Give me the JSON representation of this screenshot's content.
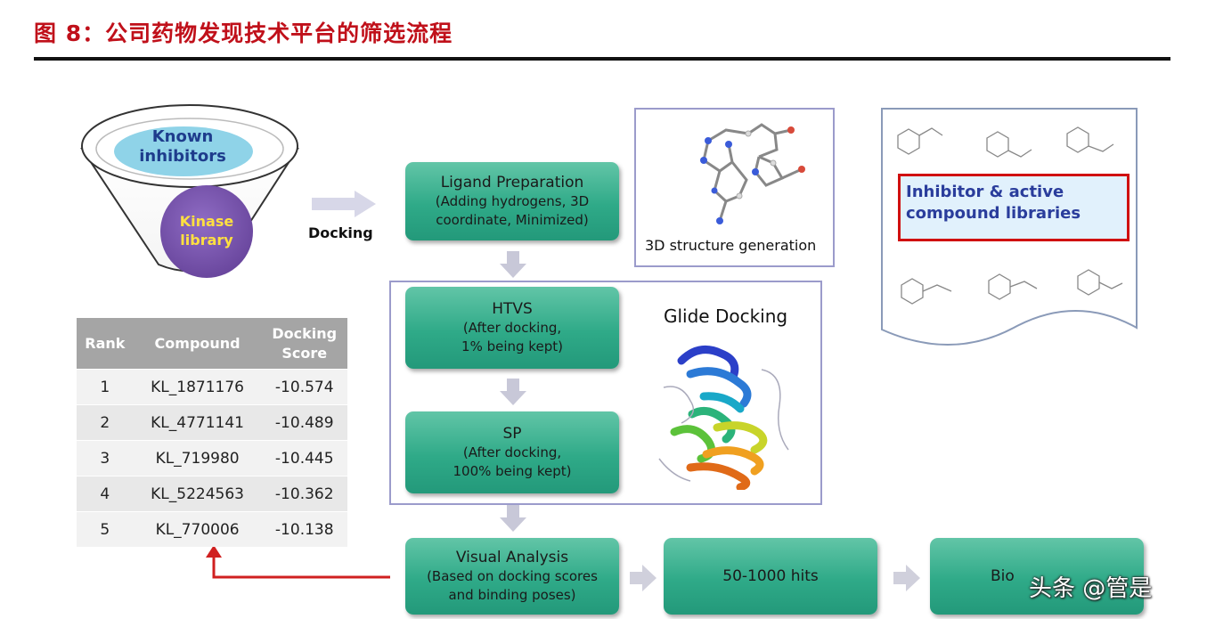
{
  "figure": {
    "title": "图 8：公司药物发现技术平台的筛选流程"
  },
  "funnel": {
    "top_label_line1": "Known",
    "top_label_line2": "inhibitors",
    "bottom_label_line1": "Kinase",
    "bottom_label_line2": "library",
    "docking_label": "Docking"
  },
  "steps": {
    "ligand_prep": {
      "line1": "Ligand Preparation",
      "line2": "(Adding hydrogens, 3D",
      "line3": "coordinate, Minimized)"
    },
    "htvs": {
      "line1": "HTVS",
      "line2": "(After docking,",
      "line3": "1% being kept)"
    },
    "sp": {
      "line1": "SP",
      "line2": "(After docking,",
      "line3": "100% being kept)"
    },
    "visual": {
      "line1": "Visual Analysis",
      "line2": "(Based on docking scores",
      "line3": "and binding poses)"
    },
    "hits": {
      "line1": "50-1000 hits"
    },
    "bio": {
      "line1": "Bio"
    }
  },
  "labels": {
    "structure_gen": "3D structure generation",
    "glide": "Glide Docking",
    "libraries_line1": "Inhibitor & active",
    "libraries_line2": "compound libraries"
  },
  "table": {
    "headers": [
      "Rank",
      "Compound",
      "Docking\nScore"
    ],
    "rows": [
      [
        "1",
        "KL_1871176",
        "-10.574"
      ],
      [
        "2",
        "KL_4771141",
        "-10.489"
      ],
      [
        "3",
        "KL_719980",
        "-10.445"
      ],
      [
        "4",
        "KL_5224563",
        "-10.362"
      ],
      [
        "5",
        "KL_770006",
        "-10.138"
      ]
    ]
  },
  "watermark": "头条 @管是",
  "colors": {
    "title_red": "#c0101a",
    "box_green": "#2faa88",
    "frame_purple": "#9b9bcb",
    "arrow_gray": "#c8c8d8",
    "feedback_red": "#d02020",
    "highlight_red": "#d01010"
  }
}
